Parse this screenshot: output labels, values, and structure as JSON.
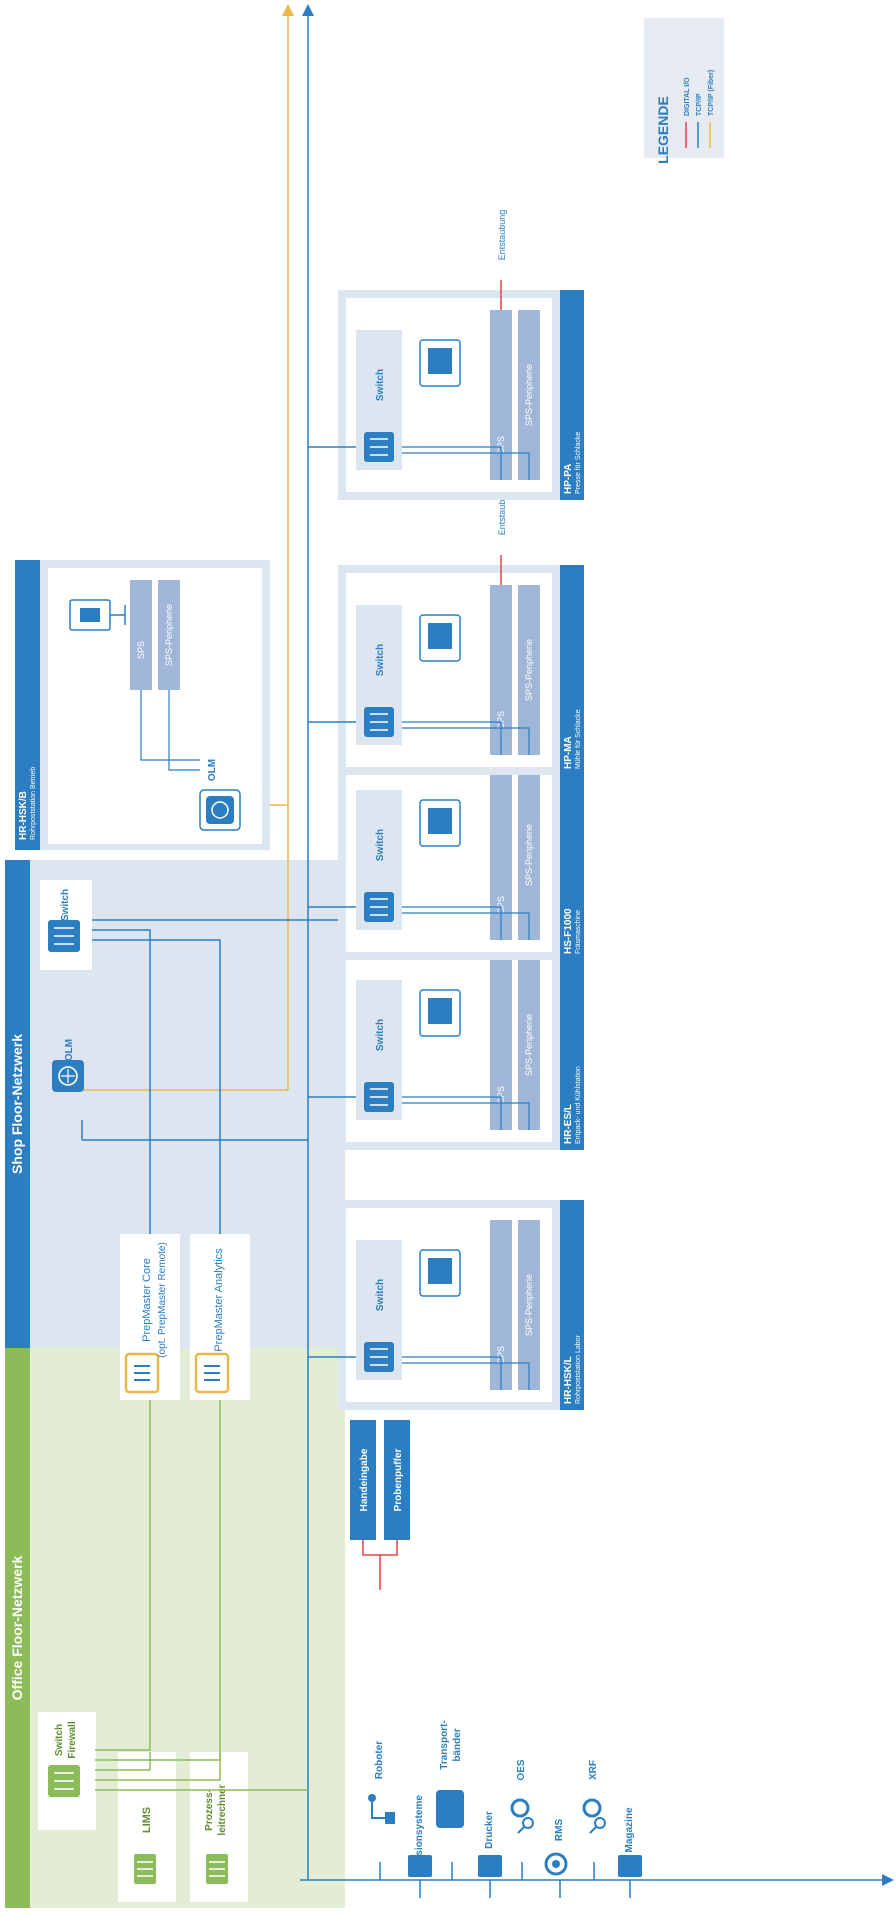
{
  "office_zone": {
    "title": "Office Floor-Netzwerk"
  },
  "shop_zone": {
    "title": "Shop Floor-Netzwerk"
  },
  "office_devices": {
    "switch_firewall": {
      "line1": "Switch",
      "line2": "Firewall"
    },
    "lims": {
      "label": "LIMS"
    },
    "prozessleitrechner": {
      "line1": "Prozess-",
      "line2": "leitrechner"
    },
    "core": {
      "line1": "PrepMaster Core",
      "line2": "(opt. PrepMaster Remote)"
    },
    "analytics": {
      "label": "PrepMaster Analytics"
    }
  },
  "shop_switch": {
    "label": "Switch"
  },
  "olm_main": {
    "label": "OLM"
  },
  "peripherals": {
    "visionsysteme": "Visionsysteme",
    "drucker": "Drucker",
    "rms": "RMS",
    "magazine": "Magazine",
    "roboter": "Roboter",
    "transportbaender": {
      "line1": "Transport-",
      "line2": "bänder"
    },
    "oes": "OES",
    "xrf": "XRF",
    "handeingabe": "Handeingabe",
    "probenpuffer": "Probenpuffer"
  },
  "stations": [
    {
      "name": "HR-HSK/L",
      "subtitle": "Rohrpoststation Labor",
      "switch": "Switch",
      "sps": "SPS",
      "periph": "SPS-Peripherie",
      "extra": ""
    },
    {
      "name": "HR-ES/L",
      "subtitle": "Entpack- und Kühlstation",
      "switch": "Switch",
      "sps": "SPS",
      "periph": "SPS-Peripherie",
      "extra": ""
    },
    {
      "name": "HS-F1000",
      "subtitle": "Fräsmaschine",
      "switch": "Switch",
      "sps": "SPS",
      "periph": "SPS-Peripherie",
      "extra": ""
    },
    {
      "name": "HP-MA",
      "subtitle": "Mühle für Schlacke",
      "switch": "Switch",
      "sps": "SPS",
      "periph": "SPS-Peripherie",
      "extra": "Entstaubung"
    },
    {
      "name": "HP-PA",
      "subtitle": "Presse für Schlacke",
      "switch": "Switch",
      "sps": "SPS",
      "periph": "SPS-Peripherie",
      "extra": "Entstaubung"
    }
  ],
  "hsk_b": {
    "name": "HR-HSK/B",
    "subtitle": "Rohrpoststation Betrieb",
    "olm": "OLM",
    "sps": "SPS",
    "periph": "SPS-Peripherie"
  },
  "legend": {
    "title": "LEGENDE",
    "items": [
      {
        "label": "DIGITAL I/O",
        "color": "#e2404a"
      },
      {
        "label": "TCP/IP",
        "color": "#2b7ec1"
      },
      {
        "label": "TCP/IP (Fiber)",
        "color": "#e8b94a"
      }
    ]
  },
  "colors": {
    "blue": "#2b7ec1",
    "fiber": "#e8b94a",
    "red": "#e2404a",
    "green": "#8dbb5a"
  }
}
